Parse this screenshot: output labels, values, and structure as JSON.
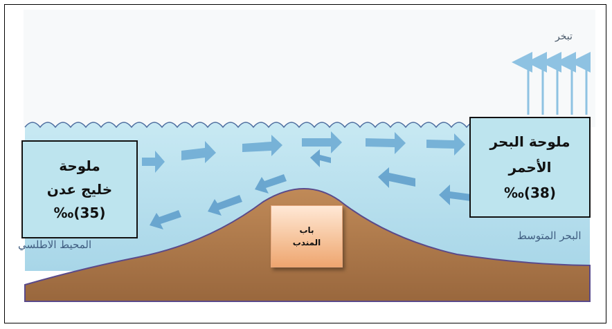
{
  "labels": {
    "evaporation": "تبخر",
    "atlantic": "المحيط الاطلسي",
    "mediterranean": "البحر المتوسط"
  },
  "left_box": {
    "line1": "ملوحة",
    "line2": "خليج عدن",
    "line3": "(35)‰"
  },
  "right_box": {
    "line1": "ملوحة البحر",
    "line2": "الأحمر",
    "line3": "(38)‰"
  },
  "strait_box": {
    "line1": "باب",
    "line2": "المندب"
  },
  "colors": {
    "water": "#b4dfec",
    "sediment": "#a9764c",
    "current_arrow": "#6aa9d3",
    "evaporation_arrow": "#8ec2e2",
    "box_fill": "#bde4ee",
    "strait_fill": "#f6c49c"
  }
}
